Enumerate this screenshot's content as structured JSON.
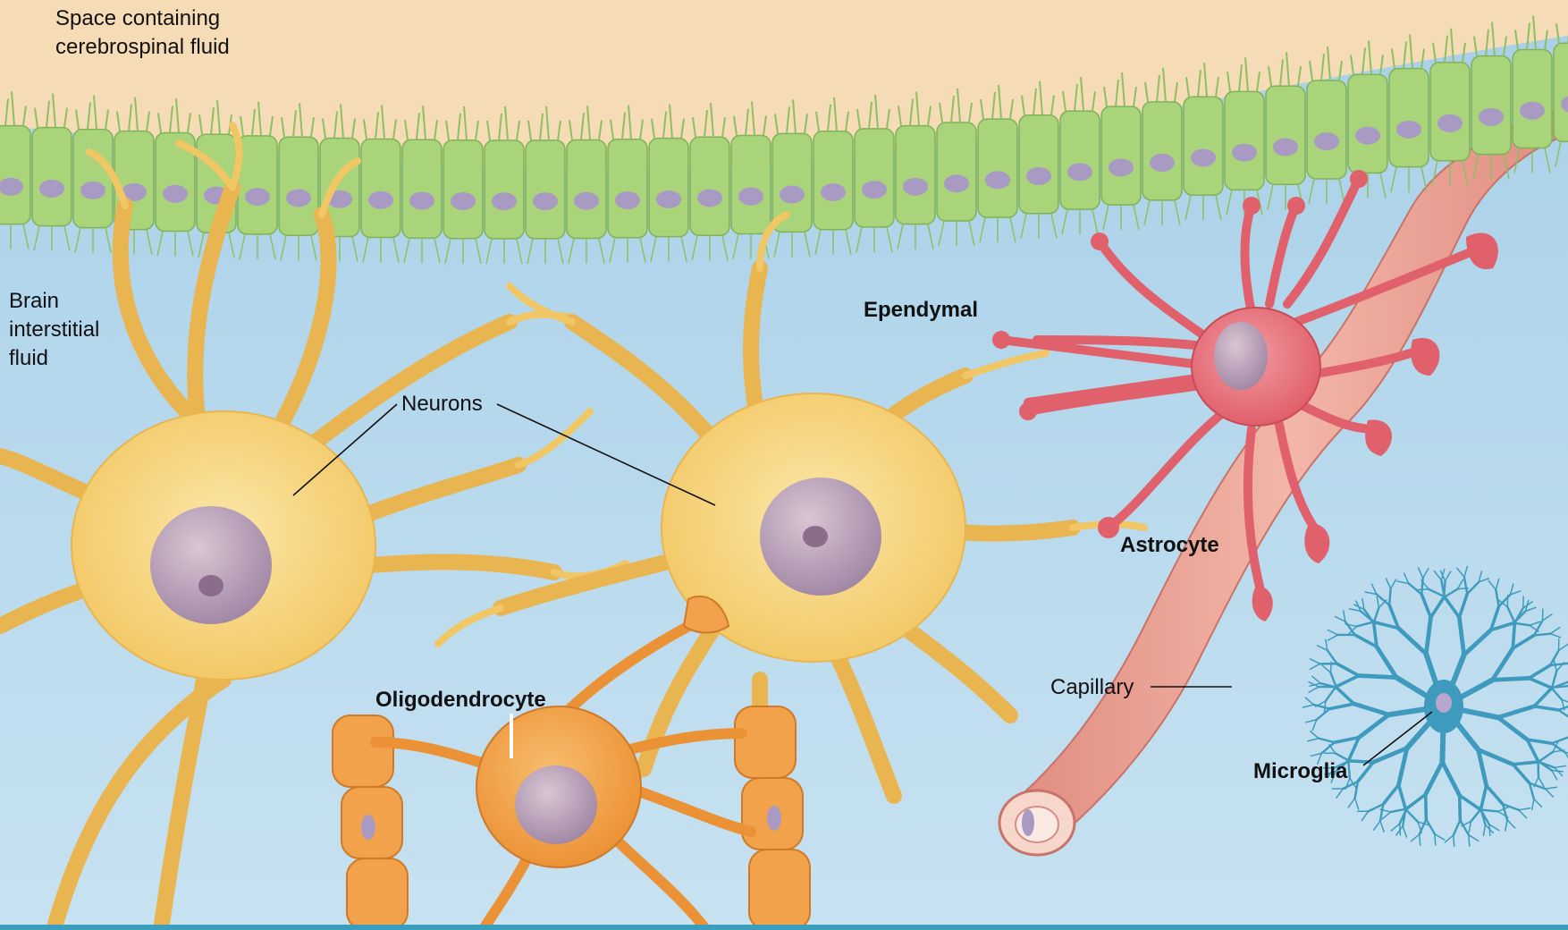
{
  "labels": {
    "csf_line1": "Space containing",
    "csf_line2": "cerebrospinal fluid",
    "isf_line1": "Brain",
    "isf_line2": "interstitial",
    "isf_line3": "fluid",
    "neurons": "Neurons",
    "ependymal": "Ependymal",
    "astrocyte": "Astrocyte",
    "oligodendrocyte": "Oligodendrocyte",
    "capillary": "Capillary",
    "microglia": "Microglia"
  },
  "colors": {
    "csf_space": "#f6dcb6",
    "interstitial_fluid": "#b7d8ec",
    "ependymal_cell": "#a9d47a",
    "ependymal_nucleus": "#a99ac4",
    "neuron": "#f6cd72",
    "neuron_nucleus": "#b79db4",
    "oligodendrocyte": "#f2a24a",
    "myelin": "#f2a24a",
    "astrocyte": "#e8707a",
    "capillary": "#e9a192",
    "microglia": "#3f9bbd"
  }
}
